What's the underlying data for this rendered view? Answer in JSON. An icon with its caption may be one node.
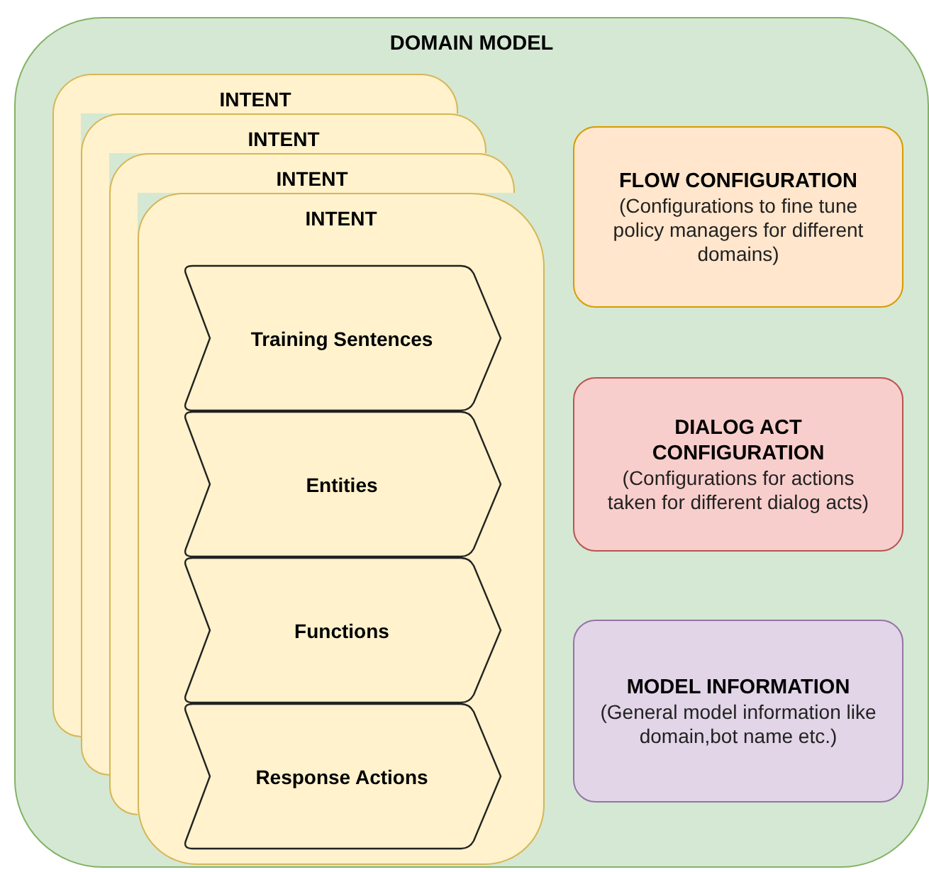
{
  "diagram": {
    "nodes": [
      {
        "text": [
          "DOMAIN MODEL"
        ]
      },
      {
        "text": [
          "INTENT"
        ],
        "in": 0
      },
      {
        "text": [
          "INTENT"
        ],
        "in": 0
      },
      {
        "text": [
          "INTENT"
        ],
        "in": 0
      },
      {
        "text": [
          "INTENT"
        ],
        "in": 0
      },
      {
        "text": [
          "Training Sentences"
        ],
        "in": 4
      },
      {
        "text": [
          "Entities"
        ],
        "in": 4
      },
      {
        "text": [
          "Functions"
        ],
        "in": 4
      },
      {
        "text": [
          "Response Actions"
        ],
        "in": 4
      },
      {
        "text": [
          "FLOW CONFIGURATION",
          "(Configurations to fine tune policy managers for different domains)"
        ],
        "in": 0
      },
      {
        "text": [
          "DIALOG ACT CONFIGURATION",
          "(Configurations for actions taken for different dialog acts)"
        ],
        "in": 0
      },
      {
        "text": [
          "MODEL INFORMATION",
          "(General model information like domain,bot name etc.)"
        ],
        "in": 0
      }
    ],
    "edges": []
  }
}
